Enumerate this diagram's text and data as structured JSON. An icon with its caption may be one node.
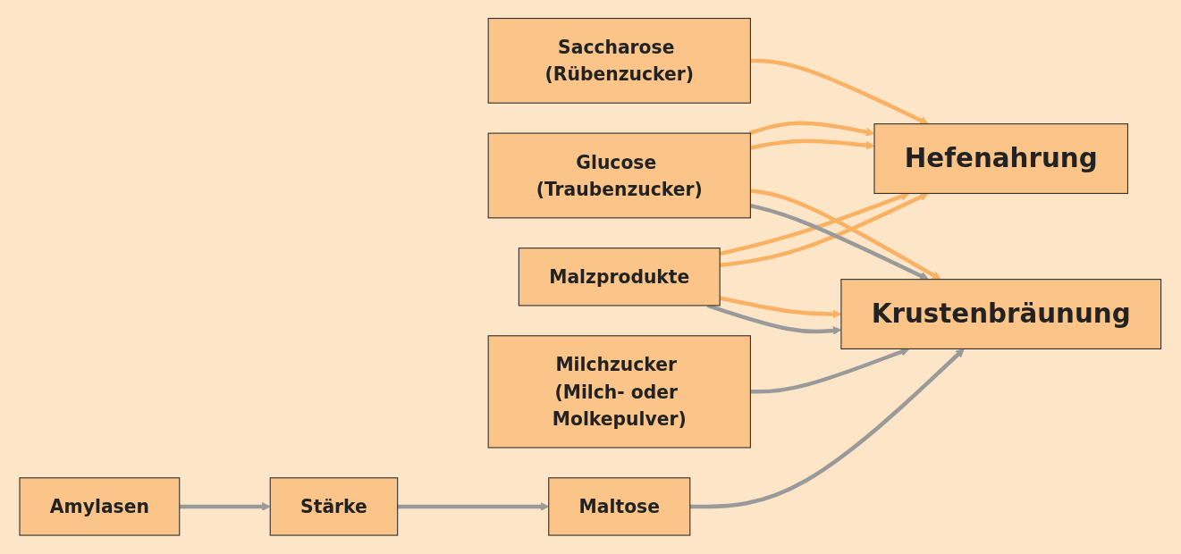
{
  "diagram": {
    "nodes": [
      {
        "text": [
          "Saccharose (Rübenzucker)"
        ]
      },
      {
        "text": [
          "Glucose (Traubenzucker)"
        ]
      },
      {
        "text": [
          "Malzprodukte"
        ]
      },
      {
        "text": [
          "Milchzucker (Milch- oder Molkepulver)"
        ]
      },
      {
        "text": [
          "Amylasen"
        ]
      },
      {
        "text": [
          "Stärke"
        ]
      },
      {
        "text": [
          "Maltose"
        ]
      },
      {
        "text": [
          "Hefenahrung"
        ]
      },
      {
        "text": [
          "Krustenbräunung"
        ]
      }
    ],
    "edges": [
      {
        "from": 0,
        "to": 7,
        "arrow": "to",
        "color": "#f9b264"
      },
      {
        "from": 1,
        "to": 7,
        "arrow": "to",
        "color": "#f9b264"
      },
      {
        "from": 2,
        "to": 7,
        "arrow": "to",
        "color": "#f9b264"
      },
      {
        "from": 1,
        "to": 7,
        "arrow": "to",
        "color": "#f9b264"
      },
      {
        "from": 1,
        "to": 8,
        "arrow": "to",
        "color": "#f9b264"
      },
      {
        "from": 2,
        "to": 7,
        "arrow": "to",
        "color": "#f9b264"
      },
      {
        "from": 2,
        "to": 8,
        "arrow": "to",
        "color": "#f9b264"
      },
      {
        "from": 1,
        "to": 8,
        "arrow": "to",
        "color": "#9a9a9a"
      },
      {
        "from": 2,
        "to": 8,
        "arrow": "to",
        "color": "#9a9a9a"
      },
      {
        "from": 3,
        "to": 8,
        "arrow": "to",
        "color": "#9a9a9a"
      },
      {
        "from": 6,
        "to": 8,
        "arrow": "to",
        "color": "#9a9a9a"
      },
      {
        "from": 4,
        "to": 5,
        "arrow": "to",
        "color": "#9a9a9a"
      },
      {
        "from": 5,
        "to": 6,
        "arrow": "to",
        "color": "#9a9a9a"
      }
    ]
  }
}
